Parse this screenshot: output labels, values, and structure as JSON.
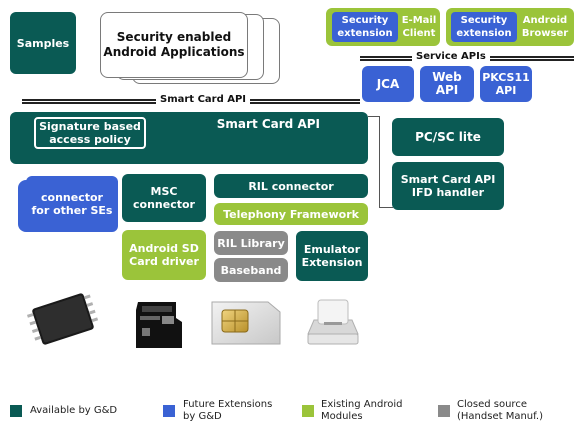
{
  "boxes": {
    "samples": "Samples",
    "apps": "Security enabled\nAndroid Applications",
    "security_ext_1": "Security\nextension",
    "email_client": "E-Mail\nClient",
    "security_ext_2": "Security\nextension",
    "android_browser": "Android\nBrowser",
    "service_apis": "Service APIs",
    "jca": "JCA",
    "web_api": "Web API",
    "pkcs11": "PKCS11\nAPI",
    "smart_card_api_bar": "Smart Card API",
    "smart_card_api_block": "Smart Card API",
    "signature_policy": "Signature based\naccess policy",
    "pcsc_lite": "PC/SC lite",
    "ifd_handler": "Smart Card API\nIFD handler",
    "connector_other": "connector\nfor other SEs",
    "msc_connector": "MSC\nconnector",
    "ril_connector": "RIL connector",
    "telephony": "Telephony Framework",
    "android_sd": "Android SD\nCard driver",
    "ril_library": "RIL Library",
    "baseband": "Baseband",
    "emulator": "Emulator\nExtension"
  },
  "legend": {
    "teal": "Available by G&D",
    "blue": "Future Extensions\nby G&D",
    "green": "Existing Android\nModules",
    "gray": "Closed source\n(Handset Manuf.)"
  },
  "colors": {
    "teal": "#0a5a54",
    "blue": "#3a62d4",
    "green": "#9bc43a",
    "gray": "#8a8a8a"
  }
}
